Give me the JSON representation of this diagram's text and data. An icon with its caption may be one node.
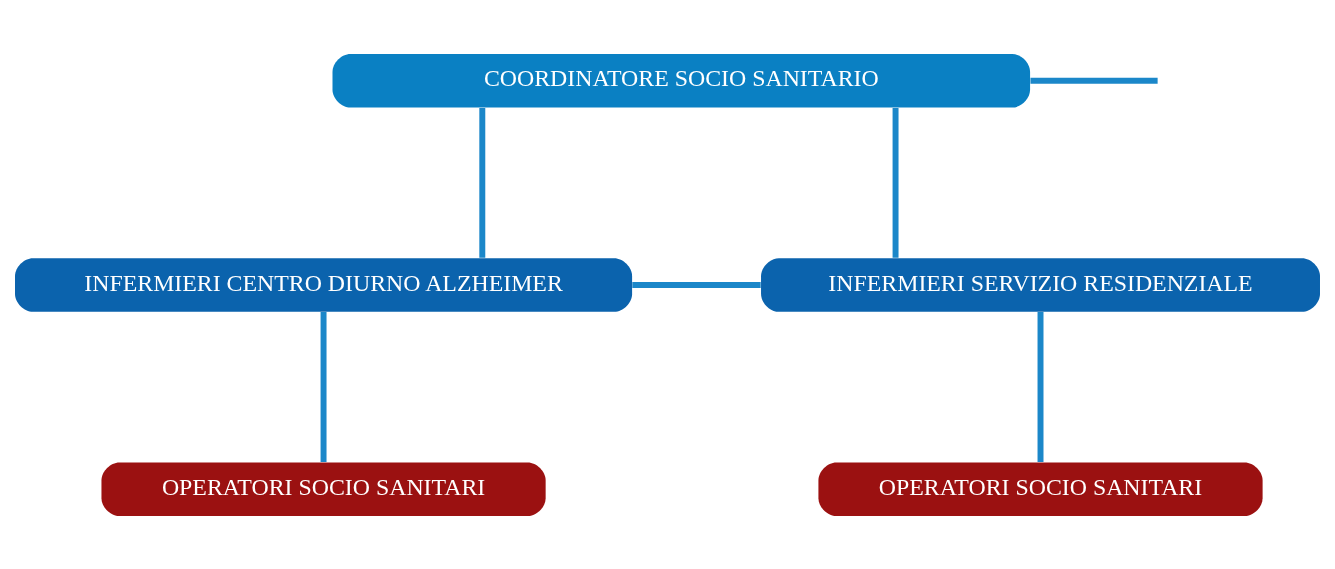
{
  "diagram": {
    "nodes": [
      {
        "text": [
          "COORDINATORE SOCIO SANITARIO"
        ]
      },
      {
        "text": [
          "INFERMIERI CENTRO DIURNO ALZHEIMER"
        ]
      },
      {
        "text": [
          "INFERMIERI SERVIZIO RESIDENZIALE"
        ]
      },
      {
        "text": [
          "OPERATORI SOCIO SANITARI"
        ]
      },
      {
        "text": [
          "OPERATORI SOCIO SANITARI"
        ]
      }
    ],
    "edges": [
      {
        "from": 0,
        "to": null,
        "arrow": "none"
      },
      {
        "from": 0,
        "to": 1,
        "arrow": "none"
      },
      {
        "from": 0,
        "to": 2,
        "arrow": "none"
      },
      {
        "from": 1,
        "to": 2,
        "arrow": "none"
      },
      {
        "from": 1,
        "to": 3,
        "arrow": "none"
      },
      {
        "from": 2,
        "to": 4,
        "arrow": "none"
      }
    ]
  }
}
